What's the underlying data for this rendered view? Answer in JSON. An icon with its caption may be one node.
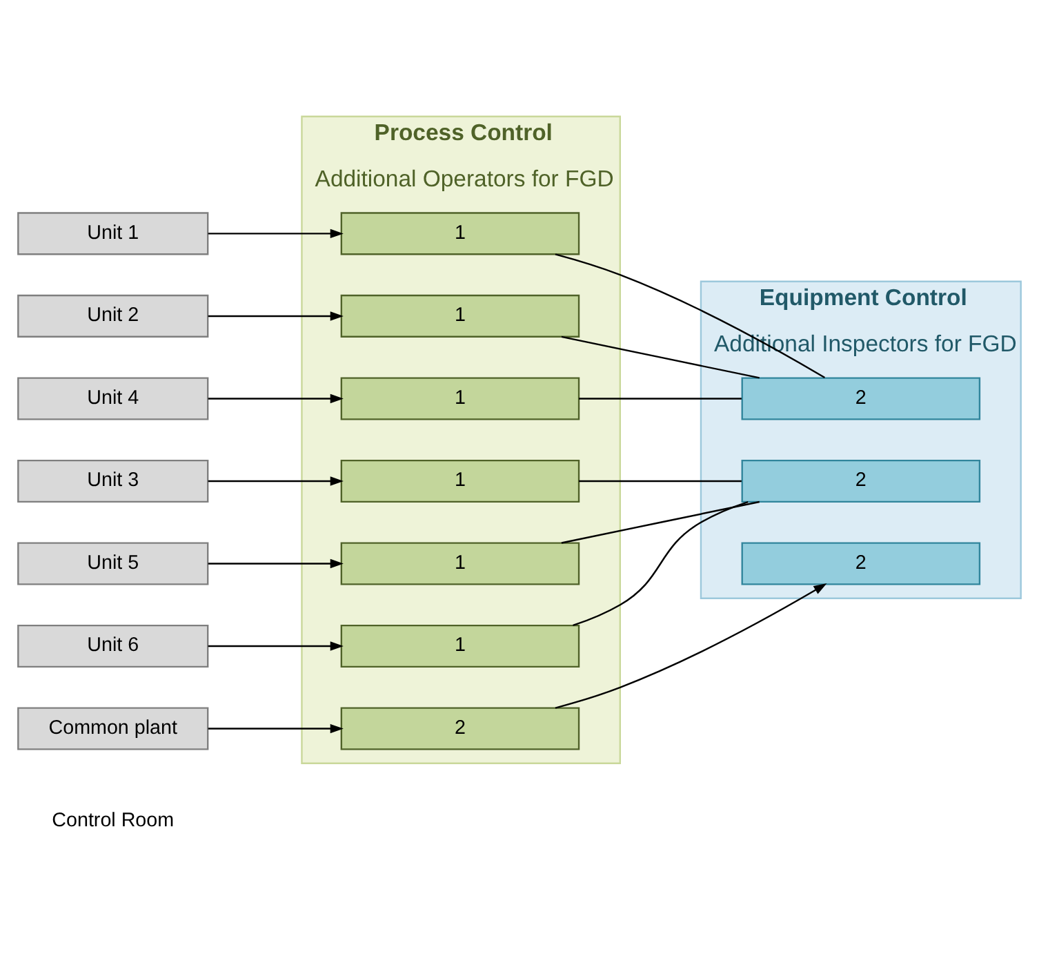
{
  "diagram": {
    "nodes": [
      {
        "text": [
          "Process Control",
          "Additional Operators for FGD"
        ]
      },
      {
        "text": [
          "Equipment Control",
          "Additional Inspectors for FGD"
        ]
      },
      {
        "text": [
          "Unit 1"
        ]
      },
      {
        "text": [
          "Unit 2"
        ]
      },
      {
        "text": [
          "Unit 4"
        ]
      },
      {
        "text": [
          "Unit 3"
        ]
      },
      {
        "text": [
          "Unit 5"
        ]
      },
      {
        "text": [
          "Unit 6"
        ]
      },
      {
        "text": [
          "Common plant"
        ]
      },
      {
        "text": [
          "1"
        ],
        "in": 0
      },
      {
        "text": [
          "1"
        ],
        "in": 0
      },
      {
        "text": [
          "1"
        ],
        "in": 0
      },
      {
        "text": [
          "1"
        ],
        "in": 0
      },
      {
        "text": [
          "1"
        ],
        "in": 0
      },
      {
        "text": [
          "1"
        ],
        "in": 0
      },
      {
        "text": [
          "2"
        ],
        "in": 0
      },
      {
        "text": [
          "2"
        ],
        "in": 1
      },
      {
        "text": [
          "2"
        ],
        "in": 1
      },
      {
        "text": [
          "2"
        ],
        "in": 1
      }
    ],
    "edges": [
      {
        "from": 2,
        "to": 9,
        "arrow": "to"
      },
      {
        "from": 3,
        "to": 10,
        "arrow": "to"
      },
      {
        "from": 4,
        "to": 11,
        "arrow": "to"
      },
      {
        "from": 5,
        "to": 12,
        "arrow": "to"
      },
      {
        "from": 6,
        "to": 13,
        "arrow": "to"
      },
      {
        "from": 7,
        "to": 14,
        "arrow": "to"
      },
      {
        "from": 8,
        "to": 15,
        "arrow": "to"
      },
      {
        "from": 9,
        "to": 16,
        "arrow": "none"
      },
      {
        "from": 10,
        "to": 16,
        "arrow": "none"
      },
      {
        "from": 11,
        "to": 16,
        "arrow": "none"
      },
      {
        "from": 12,
        "to": 17,
        "arrow": "none"
      },
      {
        "from": 13,
        "to": 17,
        "arrow": "none"
      },
      {
        "from": 14,
        "to": 17,
        "arrow": "none"
      },
      {
        "from": 15,
        "to": 18,
        "arrow": "to"
      }
    ],
    "labels": [
      "Control Room"
    ]
  }
}
